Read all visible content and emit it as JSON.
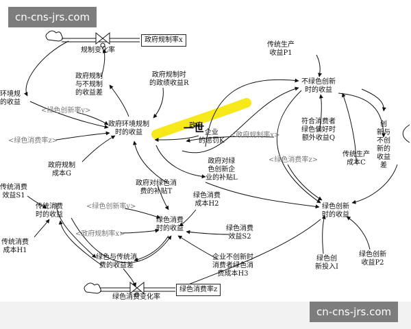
{
  "watermark_top": "cn-cns-jrs.com",
  "watermark_bottom": "cn-cns-jrs.com",
  "highlight_glyph": "一世",
  "nodes": {
    "gov_rate_box": "政府规制率x",
    "gov_rate_change": "规制变化率",
    "gov_diff": [
      "政府规制",
      "与不规制",
      "的收益差"
    ],
    "gov_time_income": [
      "政府规制时",
      "的政绩收益R"
    ],
    "env_left": [
      "环境规",
      "的收益"
    ],
    "green_innov_y_1": "<绿色创新率y>",
    "gov_env_income": [
      "政府环境规制",
      "时的收益"
    ],
    "green_consume_z_1": "<绿色消费率z>",
    "gov_cost": [
      "政府规制",
      "成本G"
    ],
    "penalty": [
      "企业",
      "的惩罚K"
    ],
    "penalty_prefix": "政府",
    "gov_rate_x_1": "<政府规制率x>",
    "gov_subsidy_l": [
      "政府对绿",
      "色创新企",
      "业的补贴L"
    ],
    "trad_p1": [
      "传统生产",
      "收益P1"
    ],
    "non_green_income": [
      "不绿色创新",
      "时的收益"
    ],
    "pref_q": [
      "符合消费者",
      "绿色偏好时",
      "额外收益Q"
    ],
    "innov_diff": [
      "创",
      "新与",
      "不创",
      "新的",
      "收益",
      "差"
    ],
    "green_consume_z_2": "<绿色消费率z>",
    "trad_cost_c": [
      "传统生产",
      "成本C"
    ],
    "green_innov_income": [
      "绿色创新",
      "时的收益"
    ],
    "green_invest_i": [
      "绿色创",
      "新投入I"
    ],
    "green_p2": [
      "绿色创新",
      "收益P2"
    ],
    "trad_s1": [
      "传统消费",
      "效益S1"
    ],
    "trad_consume_income": [
      "传统消费",
      "时的收益"
    ],
    "trad_h1": [
      "传统消费",
      "成本H1"
    ],
    "gov_subsidy_t": [
      "政府对绿色消",
      "费的补贴T"
    ],
    "green_innov_y_2": "<绿色创新率y>",
    "green_cost_h2": [
      "绿色消费",
      "成本H2"
    ],
    "gov_rate_x_2": "<政府规制率x>",
    "green_consume_income": [
      "绿色消费",
      "时的收益"
    ],
    "green_s2": [
      "绿色消费",
      "效益S2"
    ],
    "consume_diff": [
      "绿色与传统消",
      "费的收益差"
    ],
    "h3": [
      "企业不创新时",
      "消费者绿色消",
      "费成本H3"
    ],
    "green_consume_box": "绿色消费率z",
    "green_consume_change": "绿色消费变化率"
  },
  "colors": {
    "highlight": "#f5e600",
    "arrow": "#111111",
    "watermark_bg": "#7d7d7d"
  }
}
